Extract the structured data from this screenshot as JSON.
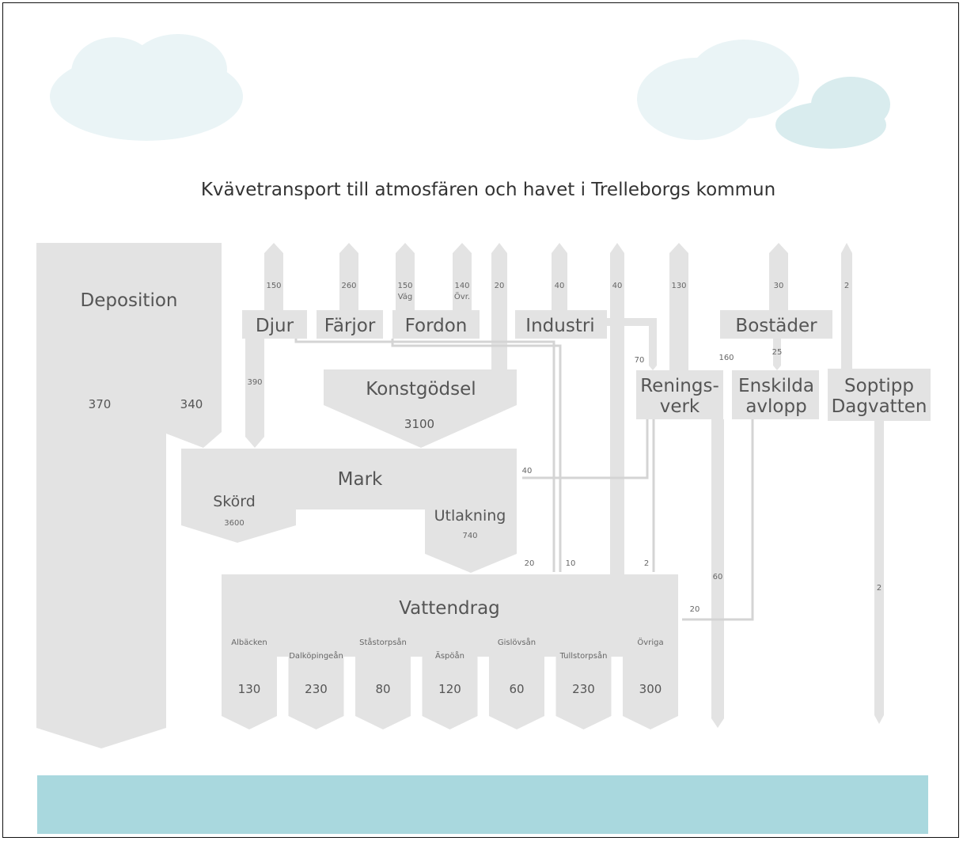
{
  "title": "Kvävetransport till atmosfären och havet i Trelleborgs kommun",
  "nodes": {
    "deposition": "Deposition",
    "djur": "Djur",
    "farjor": "Färjor",
    "fordon": "Fordon",
    "industri": "Industri",
    "bostader": "Bostäder",
    "konstgodsel": "Konstgödsel",
    "renings1": "Renings-",
    "renings2": "verk",
    "enskilda1": "Enskilda",
    "enskilda2": "avlopp",
    "soptipp1": "Soptipp",
    "soptipp2": "Dagvatten",
    "mark": "Mark",
    "skord": "Skörd",
    "utlakning": "Utlakning",
    "vattendrag": "Vattendrag"
  },
  "values": {
    "dep_left": "370",
    "dep_right": "340",
    "djur_up": "150",
    "farjor_up": "260",
    "fordon_vag": "150",
    "vag_label": "Väg",
    "fordon_ovr": "140",
    "ovr_label": "Övr.",
    "konst_up": "20",
    "industri_up": "40",
    "mid_up": "40",
    "renings_up": "130",
    "bostader_up": "30",
    "soptipp_up": "2",
    "djur_down": "390",
    "konstgodsel": "3100",
    "skord": "3600",
    "utlakning": "740",
    "to_mark": "40",
    "v20": "20",
    "v10": "10",
    "v2": "2",
    "ind_to_renings": "70",
    "bost_to_renings": "160",
    "bost_to_enskilda": "25",
    "renings_sea": "60",
    "enskilda_to_vatten": "20",
    "soptipp_sea": "2"
  },
  "rivers": [
    {
      "name": "Albäcken",
      "value": "130"
    },
    {
      "name": "Dalköpingeån",
      "value": "230"
    },
    {
      "name": "Ståstorpsån",
      "value": "80"
    },
    {
      "name": "Äspöån",
      "value": "120"
    },
    {
      "name": "Gislövsån",
      "value": "60"
    },
    {
      "name": "Tullstorpsån",
      "value": "230"
    },
    {
      "name": "Övriga",
      "value": "300"
    }
  ],
  "colors": {
    "block": "#e3e3e3",
    "arrow": "#d4d4d4",
    "sea": "#a9d8de",
    "cloud": "#eaf4f6",
    "cloud_dark": "#d9ecee"
  }
}
